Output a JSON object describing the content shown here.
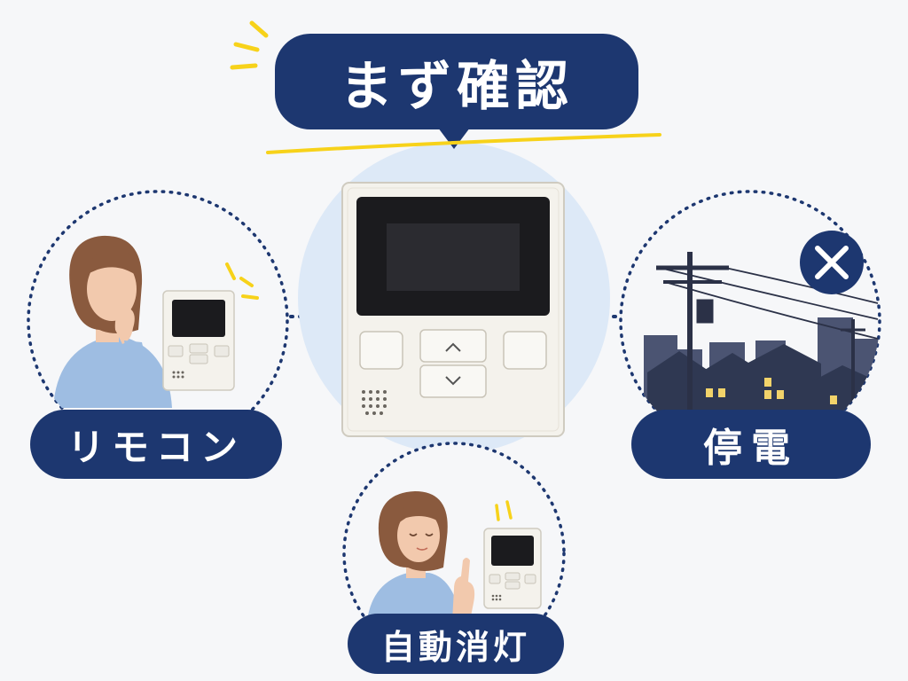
{
  "header": {
    "title": "まず確認"
  },
  "labels": {
    "remote": "リモコン",
    "power_outage": "停電",
    "auto_off": "自動消灯"
  },
  "colors": {
    "navy": "#1d3770",
    "accent_yellow": "#f7d21a",
    "center_circle": "#dde9f7",
    "panel": "#f4f2ec",
    "screen": "#1b1b1e",
    "skin": "#f2c9ad",
    "hair": "#8a5a3e",
    "sweater": "#9ebde2",
    "city": "#3d4660"
  },
  "icons": [
    "x-icon",
    "up-arrow-icon",
    "down-arrow-icon",
    "speaker-grille-icon",
    "utility-pole-icon"
  ]
}
